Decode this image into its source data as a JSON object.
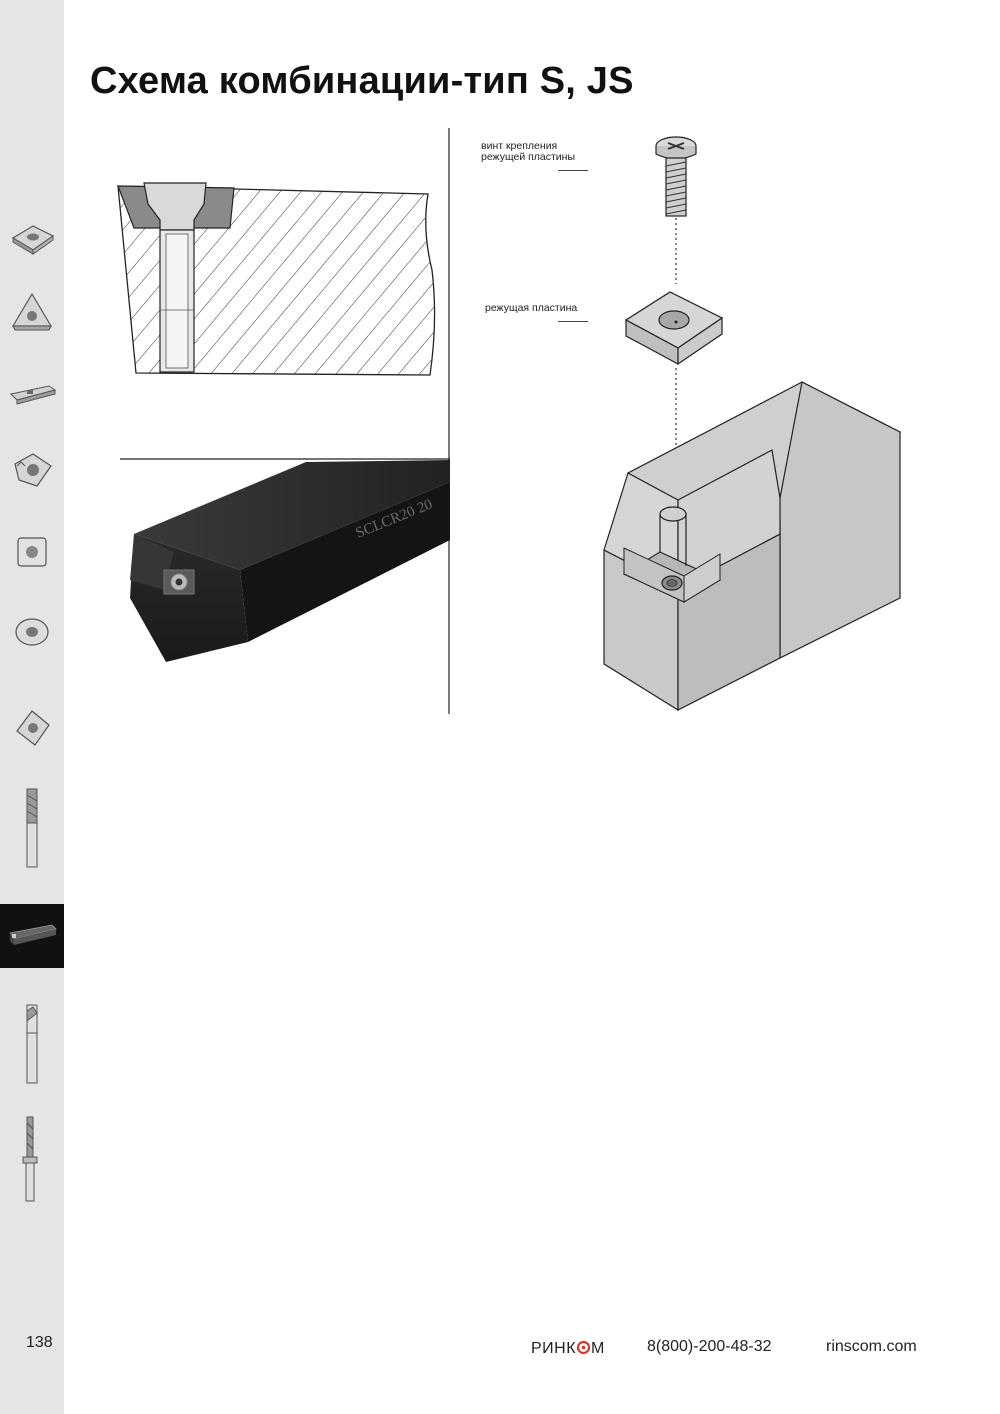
{
  "page": {
    "title": "Схема комбинации-тип S, JS",
    "page_number": "138"
  },
  "diagram": {
    "labels": {
      "screw": "винт крепления режущей пластины",
      "screw_line1": "винт крепления",
      "screw_line2": "режущей пластины",
      "insert": "режущая пластина"
    },
    "holder_engraving": "SCLCR20 20"
  },
  "sidebar": {
    "active_index": 8,
    "icons": [
      "square-insert-icon",
      "trigon-insert-icon",
      "grooving-insert-icon",
      "threading-insert-icon",
      "rhombic-insert-icon",
      "round-insert-icon",
      "milling-insert-icon",
      "end-mill-icon",
      "turning-holder-icon",
      "boring-bar-icon",
      "drill-icon"
    ]
  },
  "footer": {
    "brand_prefix": "РИНК",
    "brand_suffix": "М",
    "phone": "8(800)-200-48-32",
    "website": "rinscom.com"
  },
  "colors": {
    "sidebar_bg": "#e5e5e5",
    "active_tab": "#111111",
    "accent": "#d23a2c",
    "part_gray": "#cfcfcf"
  }
}
